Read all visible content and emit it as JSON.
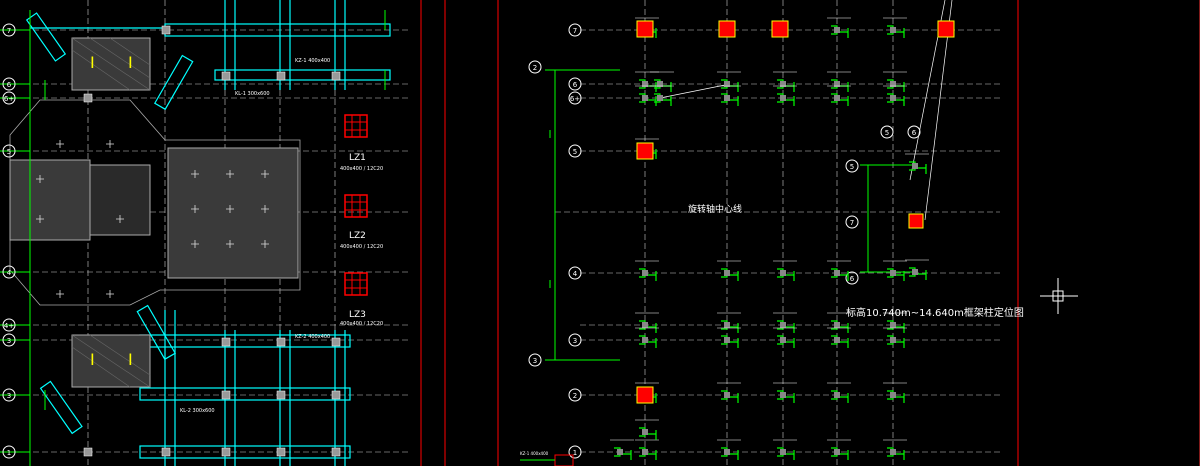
{
  "drawing": {
    "title": "标高10.740m~14.640m框架柱定位图",
    "center_label": "旋转轴中心线",
    "column_tags": [
      "LZ1",
      "LZ2",
      "LZ3"
    ],
    "axis_labels_left": [
      "7",
      "6",
      "6+",
      "5",
      "4",
      "4+",
      "3"
    ],
    "axis_labels_right": [
      "7",
      "6",
      "6+",
      "5",
      "4",
      "3",
      "2",
      "1"
    ],
    "axis_labels_sub": [
      "5",
      "6",
      "7",
      "6"
    ],
    "colors": {
      "background": "#000000",
      "grid": "#ffffff",
      "cyan": "#00ffff",
      "green": "#00ff00",
      "red_column": "#ff0000",
      "frame_red": "#ff0000",
      "yellow": "#ffff00"
    }
  }
}
